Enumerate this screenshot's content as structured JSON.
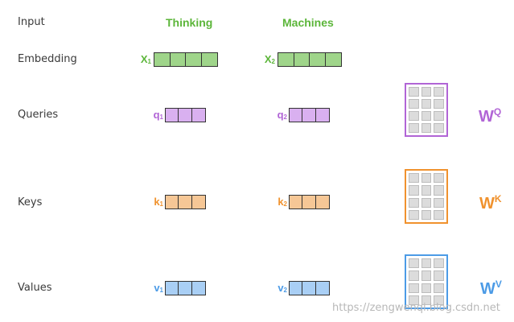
{
  "rows": {
    "input": "Input",
    "embedding": "Embedding",
    "queries": "Queries",
    "keys": "Keys",
    "values": "Values"
  },
  "words": [
    "Thinking",
    "Machines"
  ],
  "vectors": {
    "x1": {
      "base": "X",
      "sub": "1"
    },
    "x2": {
      "base": "X",
      "sub": "2"
    },
    "q1": {
      "base": "q",
      "sub": "1"
    },
    "q2": {
      "base": "q",
      "sub": "2"
    },
    "k1": {
      "base": "k",
      "sub": "1"
    },
    "k2": {
      "base": "k",
      "sub": "2"
    },
    "v1": {
      "base": "v",
      "sub": "1"
    },
    "v2": {
      "base": "v",
      "sub": "2"
    }
  },
  "weights": {
    "q": {
      "base": "W",
      "sup": "Q"
    },
    "k": {
      "base": "W",
      "sup": "K"
    },
    "v": {
      "base": "W",
      "sup": "V"
    }
  },
  "colors": {
    "embedding": "#5cb63a",
    "embedding_fill": "#9fd58a",
    "query": "#b165d6",
    "query_fill": "#d9b0f0",
    "key": "#f0922e",
    "key_fill": "#f6c796",
    "value": "#4c9be6",
    "value_fill": "#a9cff5"
  },
  "watermark": "https://zengwenqi.blog.csdn.net"
}
